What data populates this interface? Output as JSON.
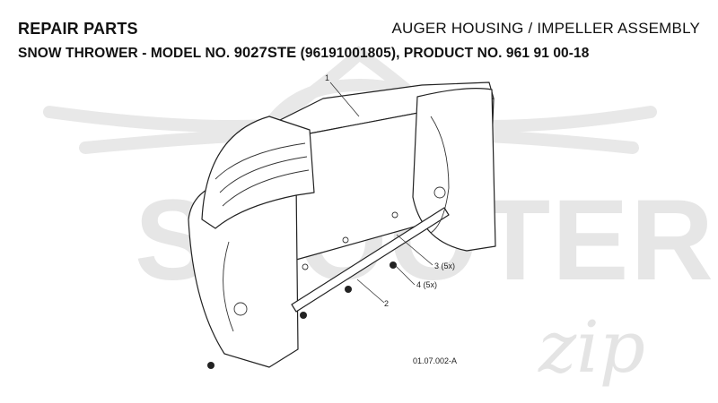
{
  "header": {
    "section": "REPAIR PARTS",
    "assembly": "AUGER HOUSING / IMPELLER ASSEMBLY",
    "subtitle_prefix": "SNOW THROWER - MODEL NO. ",
    "model_no": "9027STE",
    "subtitle_suffix": " (96191001805), PRODUCT NO. 961 91 00-18"
  },
  "callouts": [
    {
      "id": "1",
      "label": "1"
    },
    {
      "id": "2",
      "label": "2"
    },
    {
      "id": "3",
      "label": "3 (5x)"
    },
    {
      "id": "4",
      "label": "4 (5x)"
    }
  ],
  "figure_code": "01.07.002-A",
  "watermark": {
    "text": "SCOOTER",
    "script": "zip",
    "color": "#e6e6e6"
  }
}
